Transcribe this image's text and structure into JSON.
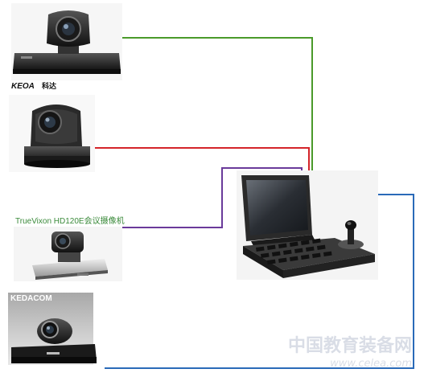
{
  "labels": {
    "keoa_logo": "KEOA",
    "keoa_cn": "科达",
    "truevixon": "TrueVixon HD120E会议摄像机",
    "kedacom": "KEDACOM"
  },
  "watermark": {
    "cn": "中国教育装备网",
    "url": "www.celea.com"
  },
  "colors": {
    "green_line": "#4a9a2a",
    "red_line": "#d4242a",
    "purple_line": "#6a3a9a",
    "blue_line": "#2a6ab8",
    "truevixon_text": "#3a8a3a",
    "kedacom_text": "#ffffff",
    "watermark": "#d9dde6"
  },
  "icons": {
    "camera_1": "ptz-camera-black-on-base-icon",
    "camera_2": "ptz-camera-dark-dome-icon",
    "camera_3": "conference-camera-icon",
    "camera_4": "kedacom-camera-on-bar-icon",
    "controller": "ptz-keyboard-controller-with-monitor-icon"
  }
}
